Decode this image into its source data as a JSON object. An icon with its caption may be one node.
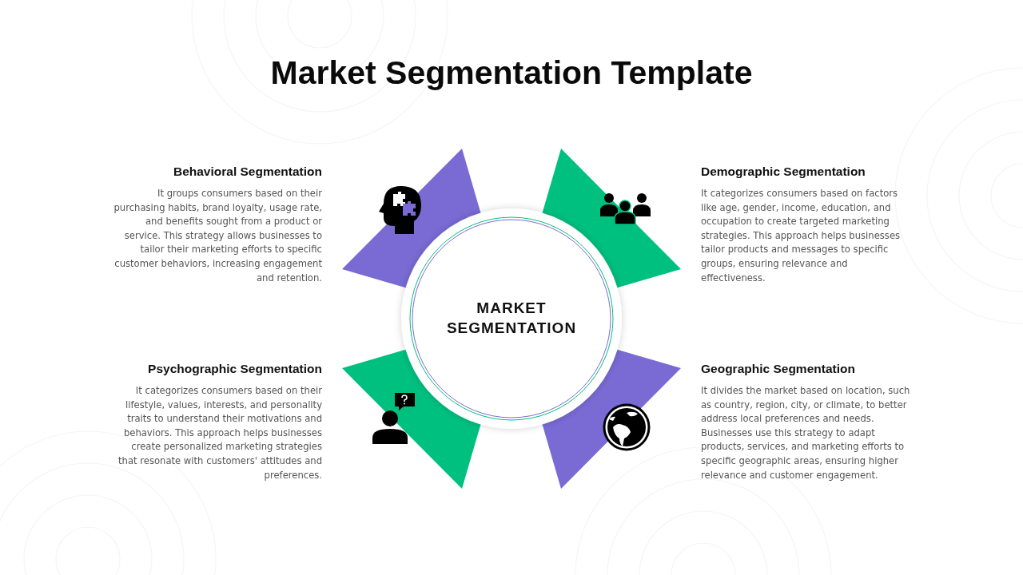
{
  "diagram": {
    "title": "Market Segmentation Template",
    "nodes": [
      {
        "text": [
          "MARKET SEGMENTATION"
        ]
      }
    ],
    "labels": [
      "Behavioral Segmentation",
      "It  groups consumers based on their purchasing habits, brand loyalty, usage rate, and benefits sought from a product or service. This strategy allows businesses to tailor their marketing efforts to specific customer behaviors, increasing engagement and retention.",
      "Demographic Segmentation",
      "It categorizes consumers based on factors like age, gender, income, education, and occupation to create targeted marketing strategies. This approach helps businesses tailor products and messages to specific groups, ensuring relevance and effectiveness.",
      "Psychographic Segmentation",
      "It categorizes consumers based on their lifestyle, values, interests, and personality traits to understand their motivations and behaviors. This approach helps businesses create personalized marketing strategies that resonate with customers' attitudes and preferences.",
      "Geographic Segmentation",
      "It divides the market based on location, such as country, region, city, or climate, to better address local preferences and needs. Businesses use this strategy to adapt products, services, and marketing efforts to specific geographic areas, ensuring higher relevance and customer engagement."
    ]
  }
}
